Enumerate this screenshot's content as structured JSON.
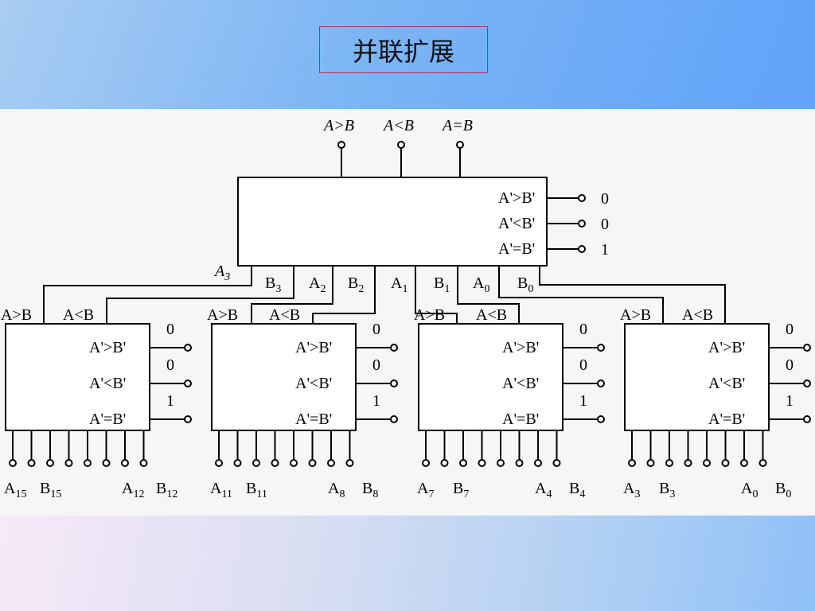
{
  "title": "并联扩展",
  "top_outputs": [
    "A>B",
    "A<B",
    "A=B"
  ],
  "top_chip": {
    "ports": [
      "A'>B'",
      "A'<B'",
      "A'=B'"
    ],
    "port_values": [
      "0",
      "0",
      "1"
    ],
    "a3_label": "A",
    "a3_sub": "3",
    "bottom_inputs": [
      {
        "letter": "B",
        "sub": "3"
      },
      {
        "letter": "A",
        "sub": "2"
      },
      {
        "letter": "B",
        "sub": "2"
      },
      {
        "letter": "A",
        "sub": "1"
      },
      {
        "letter": "B",
        "sub": "1"
      },
      {
        "letter": "A",
        "sub": "0"
      },
      {
        "letter": "B",
        "sub": "0"
      }
    ]
  },
  "sub_chips": [
    {
      "outputs": [
        "A>B",
        "A<B"
      ],
      "ports": [
        "A'>B'",
        "A'<B'",
        "A'=B'"
      ],
      "port_values": [
        "0",
        "0",
        "1"
      ],
      "pin_labels": [
        {
          "letter": "A",
          "sub": "15"
        },
        {
          "letter": "B",
          "sub": "15"
        },
        {
          "letter": "A",
          "sub": "12"
        },
        {
          "letter": "B",
          "sub": "12"
        }
      ]
    },
    {
      "outputs": [
        "A>B",
        "A<B"
      ],
      "ports": [
        "A'>B'",
        "A'<B'",
        "A'=B'"
      ],
      "port_values": [
        "0",
        "0",
        "1"
      ],
      "pin_labels": [
        {
          "letter": "A",
          "sub": "11"
        },
        {
          "letter": "B",
          "sub": "11"
        },
        {
          "letter": "A",
          "sub": "8"
        },
        {
          "letter": "B",
          "sub": "8"
        }
      ]
    },
    {
      "outputs": [
        "A>B",
        "A<B"
      ],
      "ports": [
        "A'>B'",
        "A'<B'",
        "A'=B'"
      ],
      "port_values": [
        "0",
        "0",
        "1"
      ],
      "pin_labels": [
        {
          "letter": "A",
          "sub": "7"
        },
        {
          "letter": "B",
          "sub": "7"
        },
        {
          "letter": "A",
          "sub": "4"
        },
        {
          "letter": "B",
          "sub": "4"
        }
      ]
    },
    {
      "outputs": [
        "A>B",
        "A<B"
      ],
      "ports": [
        "A'>B'",
        "A'<B'",
        "A'=B'"
      ],
      "port_values": [
        "0",
        "0",
        "1"
      ],
      "pin_labels": [
        {
          "letter": "A",
          "sub": "3"
        },
        {
          "letter": "B",
          "sub": "3"
        },
        {
          "letter": "A",
          "sub": "0"
        },
        {
          "letter": "B",
          "sub": "0"
        }
      ]
    }
  ]
}
